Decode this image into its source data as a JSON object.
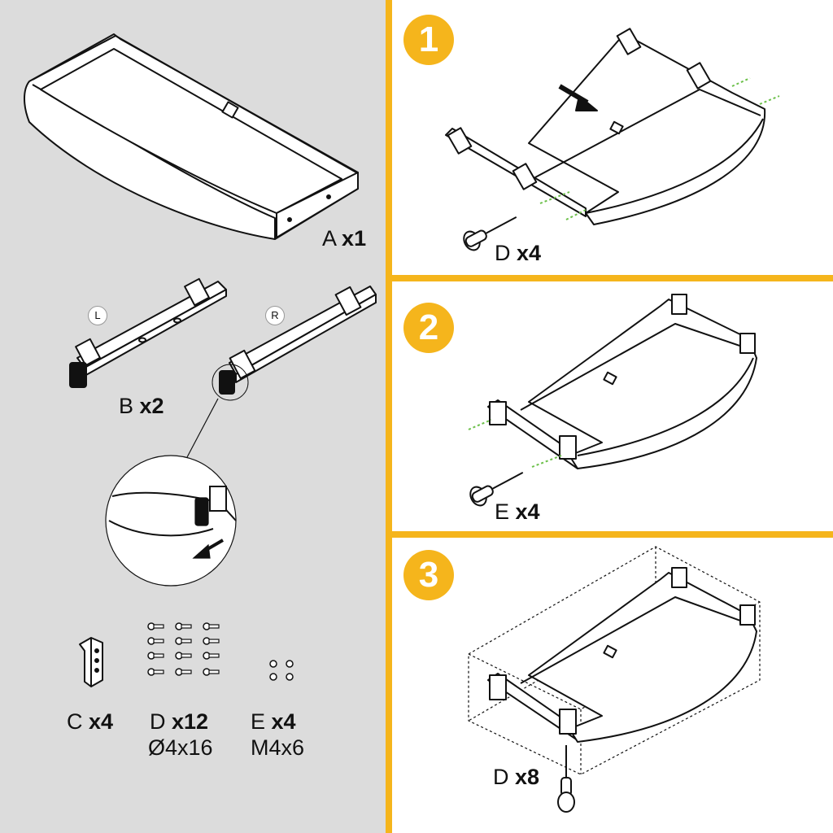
{
  "parts": {
    "a": {
      "letter": "A",
      "qty": "x1"
    },
    "b": {
      "letter": "B",
      "qty": "x2",
      "left_tag": "L",
      "right_tag": "R"
    },
    "c": {
      "letter": "C",
      "qty": "x4"
    },
    "d": {
      "letter": "D",
      "qty": "x12",
      "spec": "Ø4x16"
    },
    "e": {
      "letter": "E",
      "qty": "x4",
      "spec": "M4x6"
    }
  },
  "steps": [
    {
      "number": "1",
      "part": "D",
      "qty": "x4"
    },
    {
      "number": "2",
      "part": "E",
      "qty": "x4"
    },
    {
      "number": "3",
      "part": "D",
      "qty": "x8"
    }
  ],
  "colors": {
    "accent": "#f5b51c",
    "panel": "#dcdcdc",
    "screw_line": "#6cc04a"
  }
}
